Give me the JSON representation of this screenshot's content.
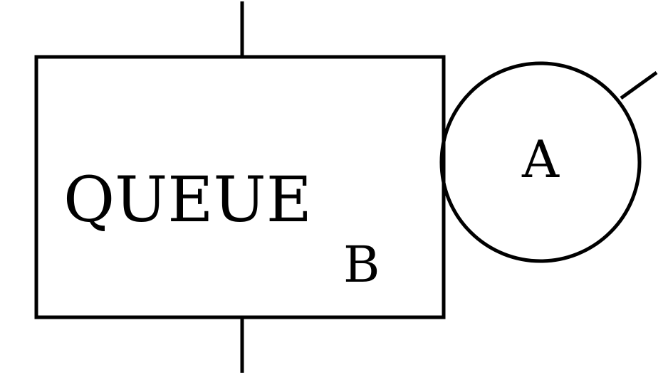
{
  "diagram": {
    "queue_box": {
      "label": "QUEUE",
      "sub_label": "B"
    },
    "server_circle": {
      "label": "A"
    }
  },
  "colors": {
    "stroke": "#000000",
    "background": "#ffffff"
  }
}
